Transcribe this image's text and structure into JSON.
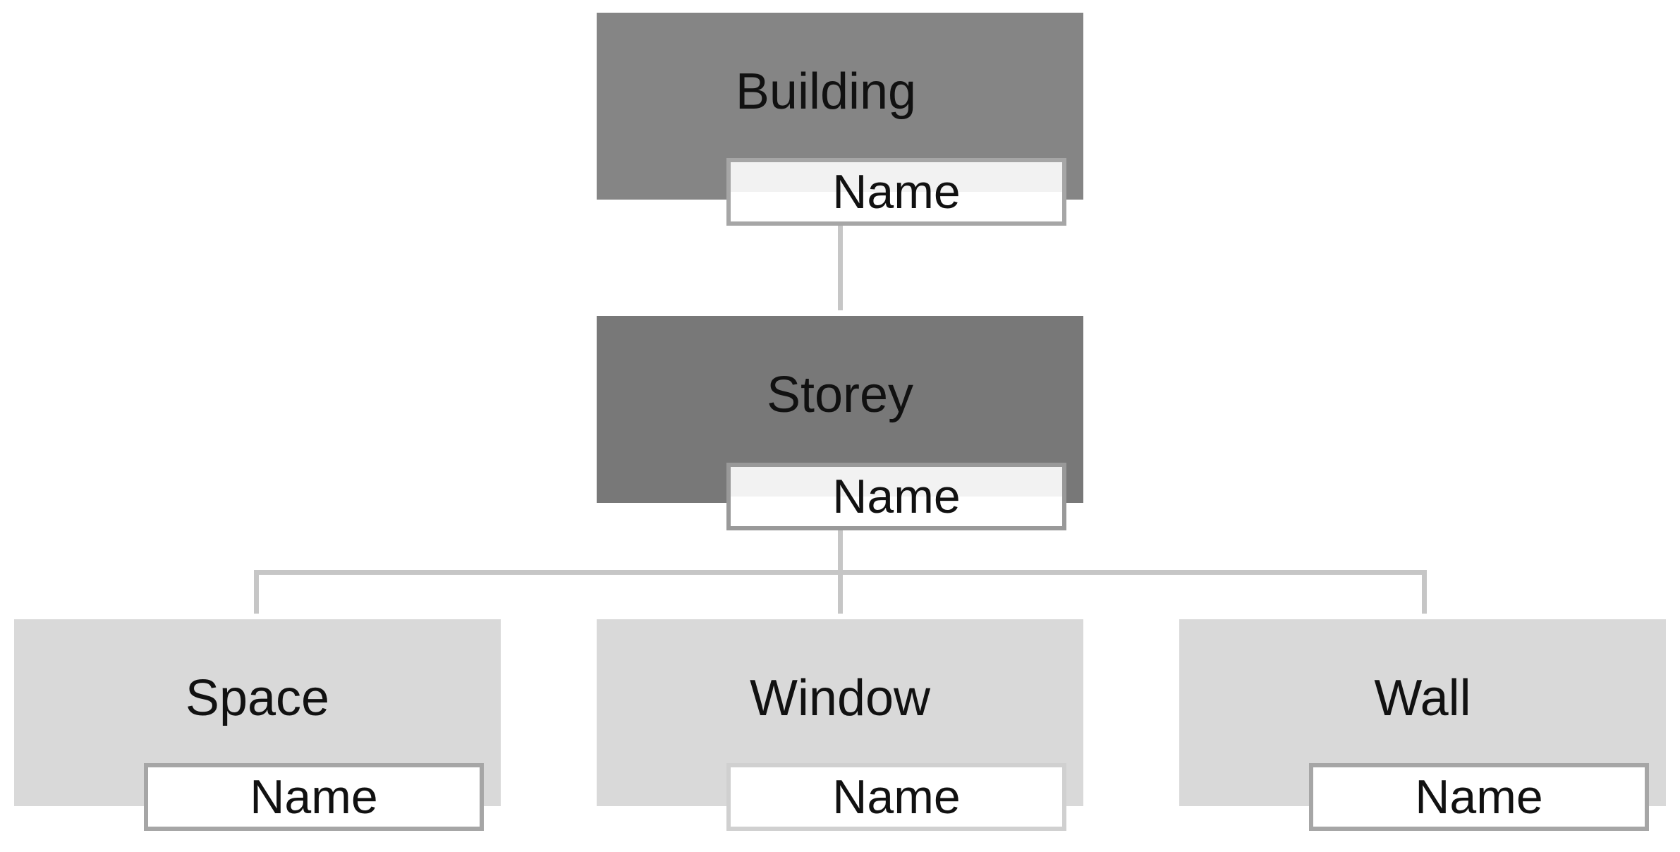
{
  "diagram": {
    "nodes": [
      {
        "id": "building",
        "label": "Building",
        "attribute": "Name",
        "fill": "#858585",
        "attr_border": "#a6a6a6"
      },
      {
        "id": "storey",
        "label": "Storey",
        "attribute": "Name",
        "fill": "#787878",
        "attr_border": "#999999"
      },
      {
        "id": "space",
        "label": "Space",
        "attribute": "Name",
        "fill": "#d9d9d9",
        "attr_border": "#a6a6a6"
      },
      {
        "id": "window",
        "label": "Window",
        "attribute": "Name",
        "fill": "#d9d9d9",
        "attr_border": "#d0d0d0"
      },
      {
        "id": "wall",
        "label": "Wall",
        "attribute": "Name",
        "fill": "#d9d9d9",
        "attr_border": "#a6a6a6"
      }
    ],
    "edges": [
      {
        "from": "building",
        "to": "storey"
      },
      {
        "from": "storey",
        "to": "space"
      },
      {
        "from": "storey",
        "to": "window"
      },
      {
        "from": "storey",
        "to": "wall"
      }
    ],
    "connector_color": "#c6c6c6"
  }
}
